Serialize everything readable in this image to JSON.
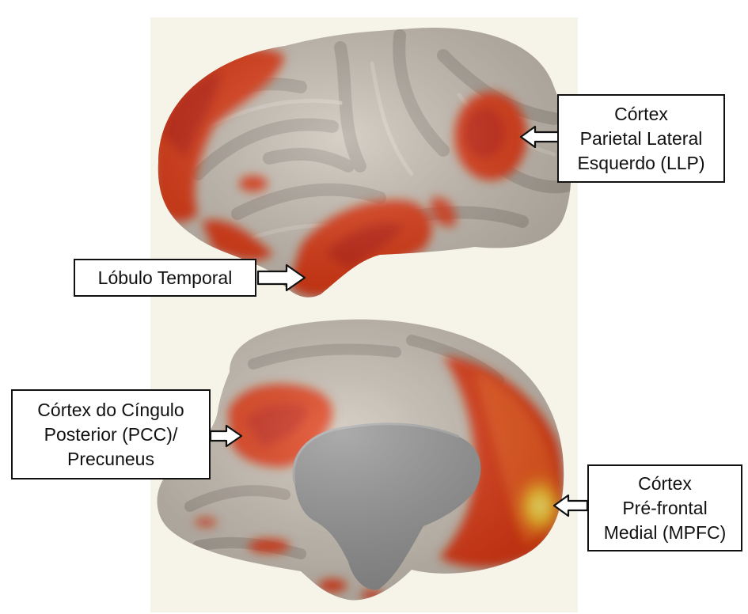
{
  "labels": {
    "llp": {
      "lines": [
        "Córtex",
        "Parietal Lateral",
        "Esquerdo (LLP)"
      ]
    },
    "temporal": {
      "lines": [
        "Lóbulo Temporal"
      ]
    },
    "pcc": {
      "lines": [
        "Córtex do Cíngulo",
        "Posterior (PCC)/",
        "Precuneus"
      ]
    },
    "mpfc": {
      "lines": [
        "Córtex",
        "Pré-frontal",
        "Medial (MPFC)"
      ]
    }
  },
  "colors": {
    "background": "#f6f3e9",
    "cortex": "#c9c0b4",
    "sulcus": "#a99f94",
    "activation": "#e03411",
    "activation_core": "#c21e08",
    "activation_hot": "#ffd23a",
    "medial_wall": "#8f8f8f",
    "arrow_fill": "#ffffff",
    "arrow_stroke": "#111111"
  }
}
